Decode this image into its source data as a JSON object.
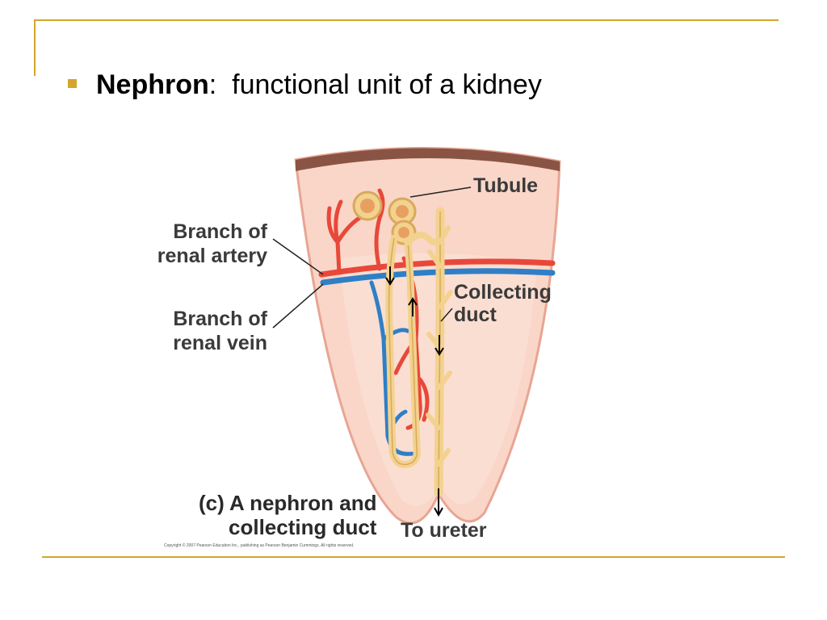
{
  "slide": {
    "term": "Nephron",
    "separator": ":",
    "definition": "functional unit of a kidney"
  },
  "figure": {
    "labels": {
      "tubule": "Tubule",
      "branch_artery_1": "Branch of",
      "branch_artery_2": "renal artery",
      "branch_vein_1": "Branch of",
      "branch_vein_2": "renal vein",
      "collecting_1": "Collecting",
      "collecting_2": "duct",
      "to_ureter": "To ureter"
    },
    "caption_line1": "(c) A nephron and",
    "caption_line2": "collecting duct",
    "copyright": "Copyright © 2007 Pearson Education Inc., publishing as Pearson Benjamin Cummings. All rights reserved."
  },
  "colors": {
    "accent": "#d4a52c",
    "artery": "#e8483a",
    "vein": "#2f7fc6",
    "tubule": "#f2d28e",
    "tissue": "#f9d6c8",
    "capsule": "#8a5444"
  }
}
